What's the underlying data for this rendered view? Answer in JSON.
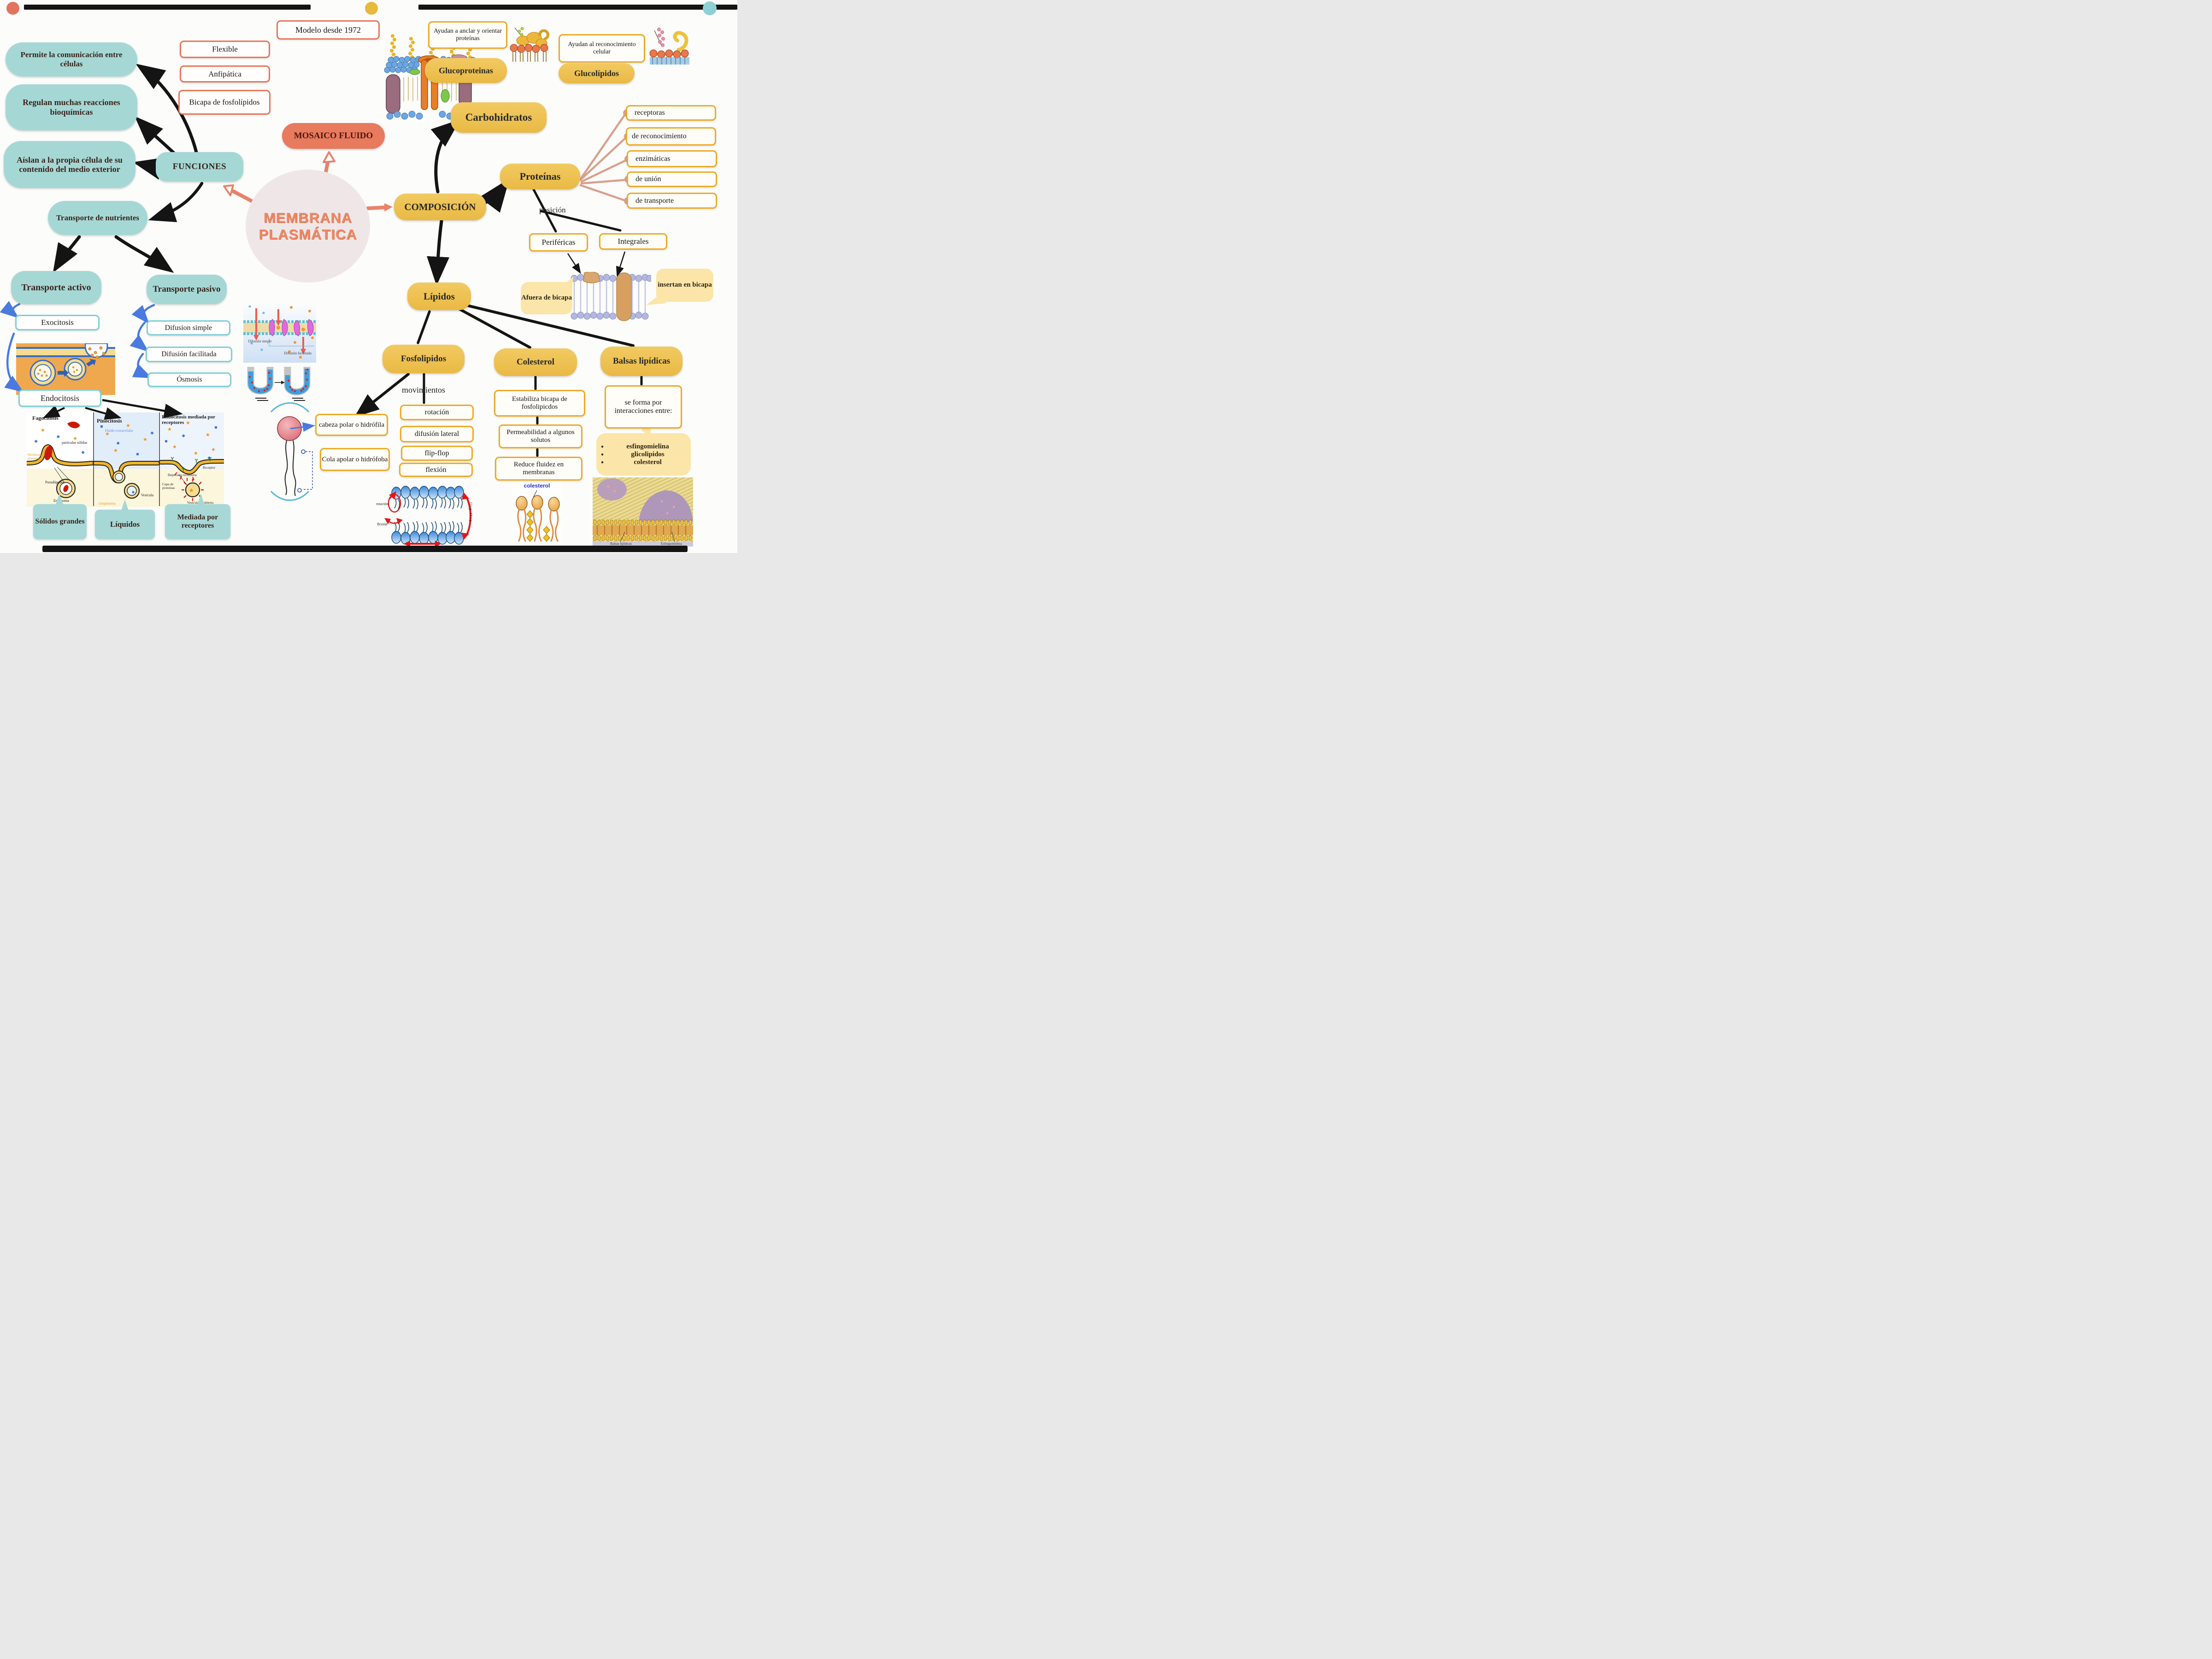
{
  "center": {
    "line1": "MEMBRANA",
    "line2": "PLASMÁTICA"
  },
  "modelo": {
    "title": "Modelo desde 1972",
    "flexible": "Flexible",
    "anfipatica": "Anfipática",
    "bicapa": "Bicapa de fosfolípidos",
    "mosaico": "MOSAICO FLUIDO"
  },
  "funciones": {
    "label": "FUNCIONES",
    "items": [
      "Permite la comunicación entre células",
      "Regulan muchas reacciones bioquímicas",
      "Aíslan a la propia célula de su contenido del medio exterior"
    ]
  },
  "transporte": {
    "nutrientes": "Transporte de nutrientes",
    "activo": "Transporte activo",
    "pasivo": "Transporte pasivo",
    "exocitosis": "Exocitosis",
    "endocitosis": "Endocitosis",
    "pasivo_items": [
      "Difusion simple",
      "Difusión facilitada",
      "Ósmosis"
    ],
    "resultados": [
      "Sólidos grandes",
      "Líquidos",
      "Mediada por receptores"
    ]
  },
  "endo_img": {
    "panel1": "Fagocitosis",
    "panel2": "Pinocitosis",
    "panel3": "Endocitosis mediada por receptores",
    "particulas": "partículas sólidas",
    "fluido": "Fluido extracelular",
    "membrana": "Membrana plasmática",
    "pseudopodos": "Pseudópodos",
    "endosoma": "Endosoma",
    "vesicula": "Vesícula",
    "citoplasma": "citoplasma",
    "depresion": "Depresión recubierta",
    "receptor": "Receptor",
    "capa": "Capa de proteínas",
    "vesicula_rec": "Vesícula recubierta"
  },
  "difusion_img": {
    "simple": "Difusión simple",
    "facilitada": "Difusión facilitada"
  },
  "composicion": {
    "label": "COMPOSICIÓN",
    "carbohidratos": "Carbohidratos",
    "proteinas": "Proteínas",
    "lipidos": "Lípidos"
  },
  "gluco": {
    "proteinas_label": "Glucoproteinas",
    "proteinas_nota": "Ayudan a anclar y orientar proteínas",
    "lipidos_label": "Glucolípidos",
    "lipidos_nota": "Ayudan al reconocimiento celular"
  },
  "proteinas_tipos": [
    "receptoras",
    "de reconocimiento",
    "enzimáticas",
    "de unión",
    "de transporte"
  ],
  "posicion": {
    "label": "posición",
    "perifericas": "Periféricas",
    "integrales": "Integrales",
    "afuera": "Afuera de bicapa",
    "insertan": "insertan en bicapa"
  },
  "fosfolipidos": {
    "label": "Fosfolipidos",
    "cabeza": "cabeza polar o hidrófila",
    "cola": "Cola apolar o hidrófoba",
    "movimientos_label": "movimientos",
    "movimientos": [
      "rotación",
      "difusión lateral",
      "flip-flop",
      "flexión"
    ],
    "img_rotacion": "rotación",
    "img_flexion": "flexión",
    "img_lateral": "difusión lateral",
    "img_flipflop": "flip flop"
  },
  "colesterol": {
    "label": "Colesterol",
    "items": [
      "Estabiliza bicapa de fosfolipicdos",
      "Permeabilidad a algunos solutos",
      "Reduce fluidez en membranas"
    ],
    "img_label": "colesterol"
  },
  "balsas": {
    "label": "Balsas lipídicas",
    "forma": "se forma por interacciones entre:",
    "componentes": [
      "esfingomielina",
      "glicolipidos",
      "colesterol"
    ],
    "img_left": "Balsas lipídicas",
    "img_right": "Esfingomielina"
  }
}
